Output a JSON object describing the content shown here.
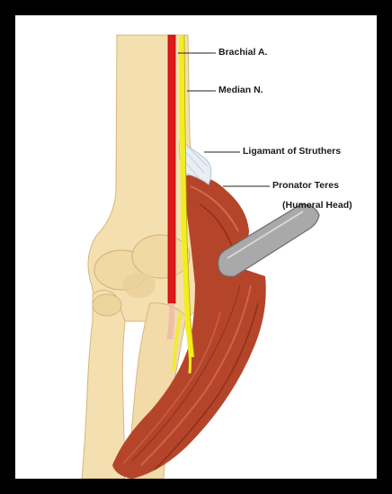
{
  "labels": {
    "brachial_artery": "Brachial A.",
    "median_nerve": "Median N.",
    "ligament": "Ligamant of Struthers",
    "pronator_teres": "Pronator Teres",
    "humeral_head": "(Humeral Head)"
  },
  "colors": {
    "frame": "#000000",
    "background": "#ffffff",
    "bone": "#f4dfb0",
    "bone_shadow": "#d9bd84",
    "artery": "#e01818",
    "nerve": "#f2ee1e",
    "muscle": "#b5452a",
    "muscle_dark": "#7e2614",
    "ligament": "#e8eef4",
    "retractor": "#a9a9a9"
  }
}
